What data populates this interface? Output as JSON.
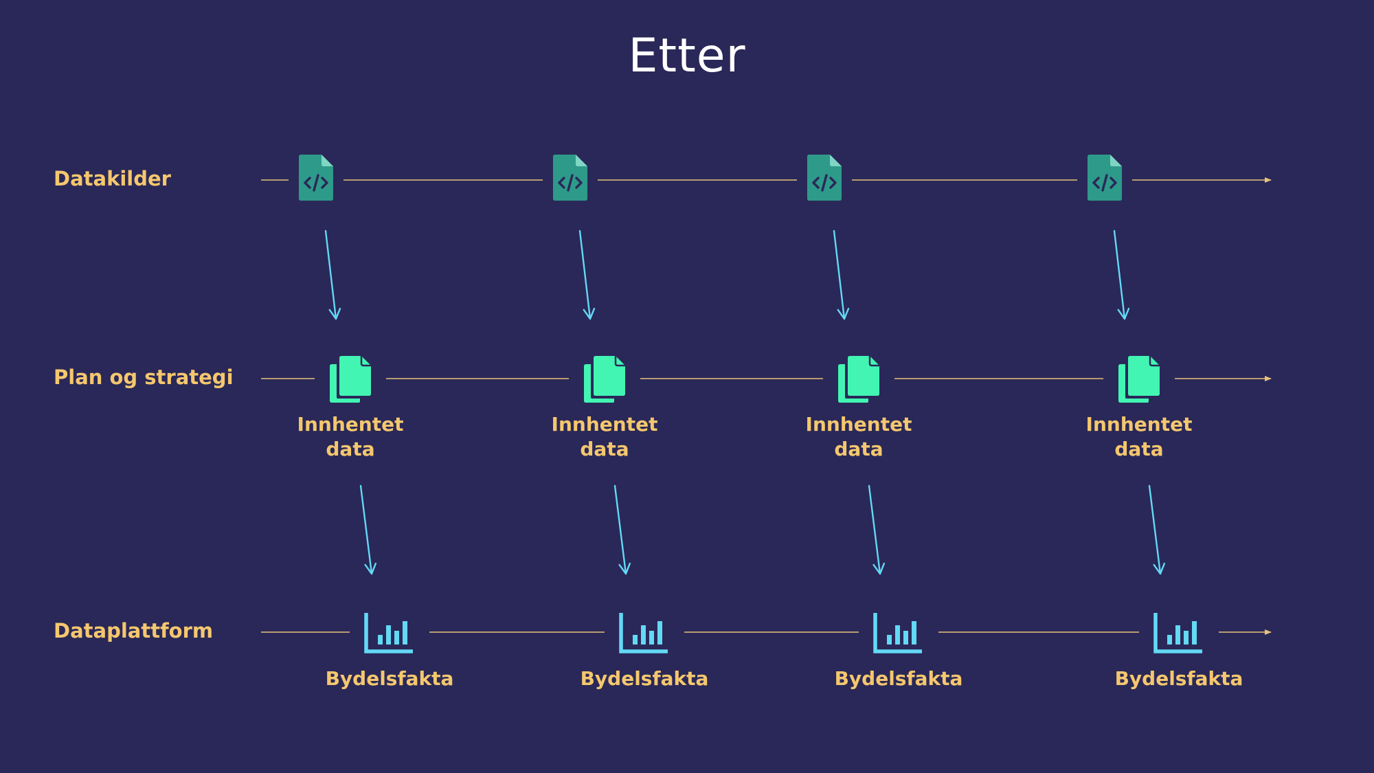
{
  "title": "Etter",
  "colors": {
    "background": "#2a2858",
    "label_yellow": "#f5c76e",
    "timeline_line": "#e8c27a",
    "code_file_icon": "#2e9a8a",
    "documents_icon": "#42f5b3",
    "chart_icon": "#63d9f5",
    "flow_arrow": "#63d9f5",
    "title_text": "#ffffff"
  },
  "rows": [
    {
      "id": "datakilder",
      "label": "Datakilder",
      "icon": "code-file-icon"
    },
    {
      "id": "plan",
      "label": "Plan og strategi",
      "icon": "documents-icon",
      "node_label_line1": "Innhentet",
      "node_label_line2": "data"
    },
    {
      "id": "dataplattform",
      "label": "Dataplattform",
      "icon": "bar-chart-icon",
      "node_label": "Bydelsfakta"
    }
  ],
  "columns": 4
}
